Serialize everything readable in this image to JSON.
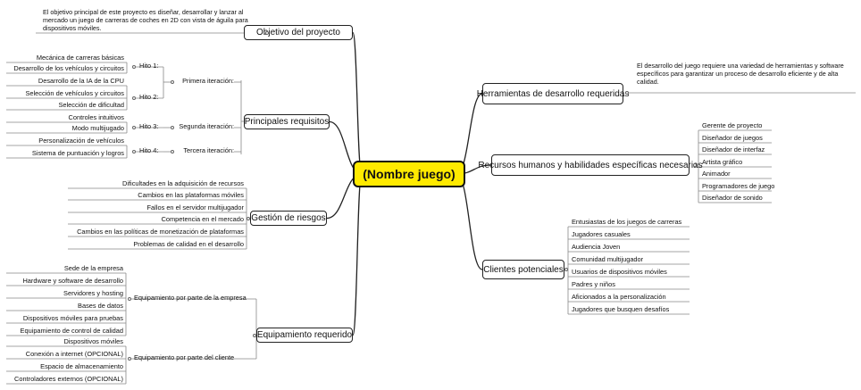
{
  "central": "(Nombre juego)",
  "branches": {
    "objetivo": {
      "label": "Objetivo del proyecto",
      "note": "El objetivo principal de este proyecto es diseñar, desarrollar y lanzar al mercado un juego de carreras de coches en 2D con vista de águila para dispositivos móviles."
    },
    "requisitos": {
      "label": "Principales requisitos",
      "groups": [
        {
          "label": "Primera iteración:",
          "milestones": [
            {
              "label": "Hito 1:",
              "items": [
                "Mecánica de carreras básicas",
                "Desarrollo de los vehículos y circuitos"
              ]
            },
            {
              "label": "Hito 2:",
              "items": [
                "Desarrollo de la IA de la CPU",
                "Selección de vehículos y circuitos",
                "Selección de dificultad"
              ]
            }
          ]
        },
        {
          "label": "Segunda iteración:",
          "milestones": [
            {
              "label": "Hito 3:",
              "items": [
                "Controles intuitivos",
                "Modo multijugado"
              ]
            }
          ]
        },
        {
          "label": "Tercera iteración:",
          "milestones": [
            {
              "label": "Hito 4:",
              "items": [
                "Personalización de vehículos",
                "Sistema de puntuación y logros"
              ]
            }
          ]
        }
      ]
    },
    "riesgos": {
      "label": "Gestión de riesgos",
      "items": [
        "Dificultades en la adquisición de recursos",
        "Cambios en las plataformas móviles",
        "Fallos en el servidor multijugador",
        "Competencia en el mercado",
        "Cambios en las políticas de monetización de plataformas",
        "Problemas de calidad en el desarrollo"
      ]
    },
    "equipamiento": {
      "label": "Equipamiento requerido",
      "groups": [
        {
          "label": "Equipamiento por parte de la empresa",
          "items": [
            "Sede de la empresa",
            "Hardware y software de desarrollo",
            "Servidores y hosting",
            "Bases de datos",
            "Dispositivos móviles para pruebas",
            "Equipamiento de control de calidad"
          ]
        },
        {
          "label": "Equipamiento por parte del cliente",
          "items": [
            "Dispositivos móviles",
            "Conexión a internet (OPCIONAL)",
            "Espacio de almacenamiento",
            "Controladores externos (OPCIONAL)"
          ]
        }
      ]
    },
    "herramientas": {
      "label": "Herramientas de desarrollo requeridas",
      "note": "El desarrollo del juego requiere una variedad de herramientas y software específicos para garantizar un proceso de desarrollo eficiente y de alta calidad."
    },
    "recursos": {
      "label": "Recursos humanos y habilidades específicas necesarias",
      "items": [
        "Gerente de proyecto",
        "Diseñador de juegos",
        "Diseñador de interfaz",
        "Artista gráfico",
        "Animador",
        "Programadores de juego",
        "Diseñador de sonido"
      ]
    },
    "clientes": {
      "label": "Clientes potenciales",
      "items": [
        "Entusiastas de los juegos de carreras",
        "Jugadores casuales",
        "Audiencia Joven",
        "Comunidad multijugador",
        "Usuarios de dispositivos móviles",
        "Padres y niños",
        "Aficionados a la personalización",
        "Jugadores que busquen desafíos"
      ]
    }
  }
}
